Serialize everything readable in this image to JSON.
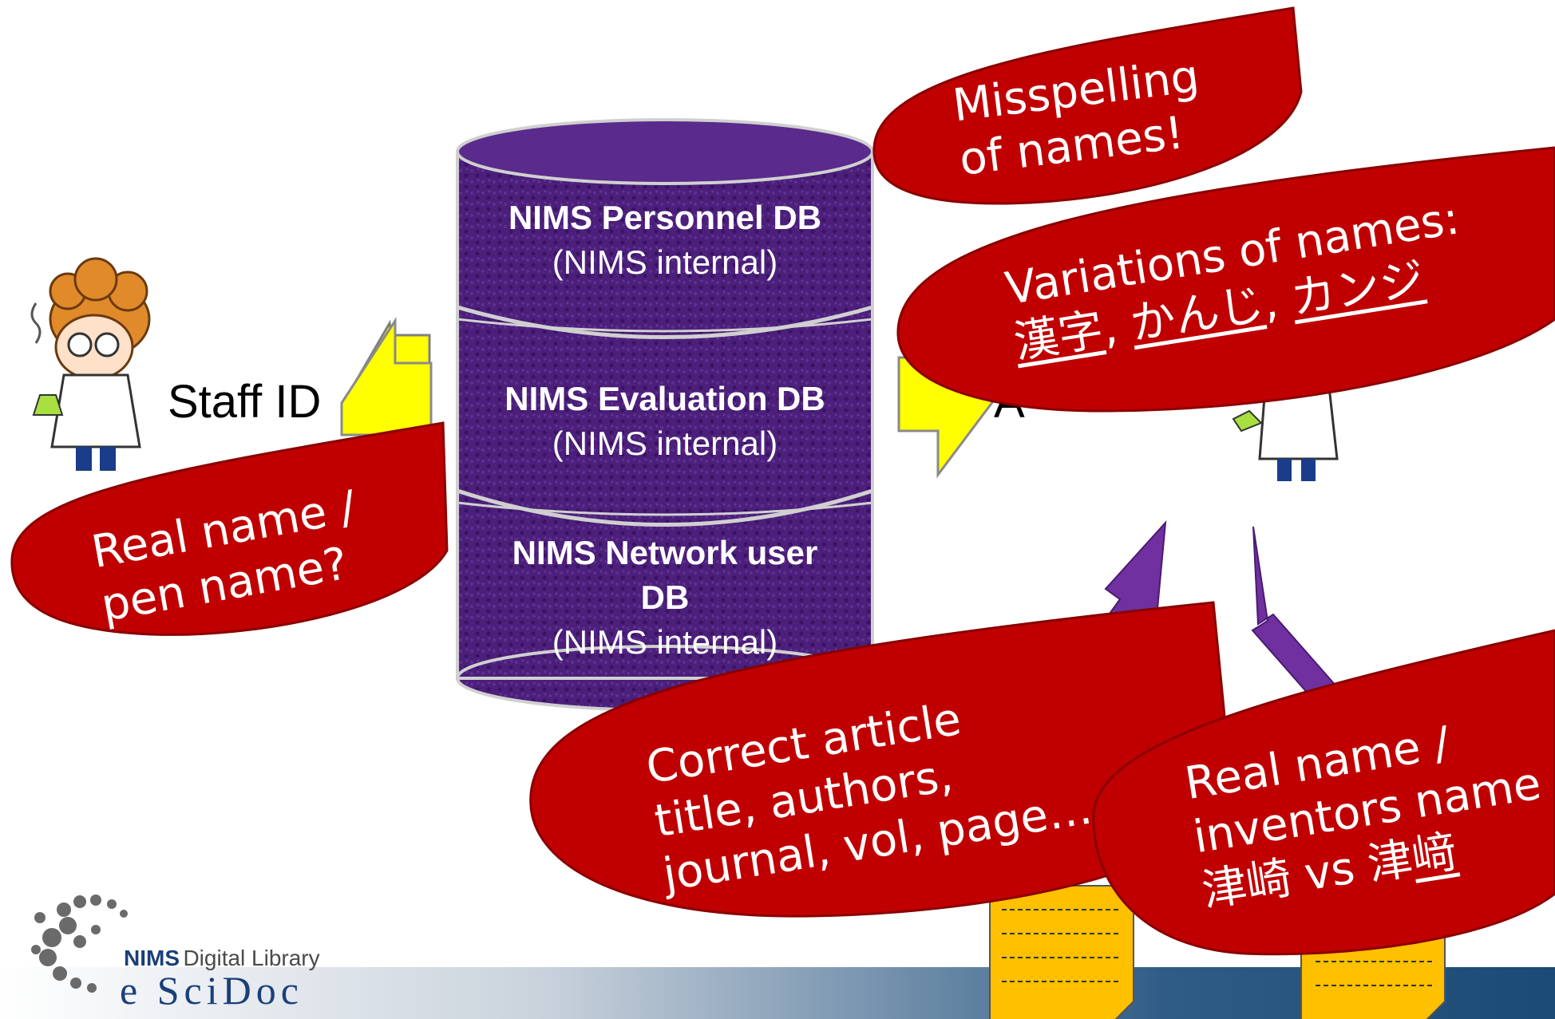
{
  "databases": [
    {
      "title": "NIMS Personnel DB",
      "subtitle": "(NIMS internal)"
    },
    {
      "title": "NIMS Evaluation DB",
      "subtitle": "(NIMS internal)"
    },
    {
      "title_line1": "NIMS Network user",
      "title_line2": "DB",
      "subtitle": "(NIMS internal)"
    }
  ],
  "staff_id_label": "Staff ID",
  "right_callout_partial": "A",
  "bubbles": {
    "misspelling": {
      "line1": "Misspelling",
      "line2": "of names!"
    },
    "variations": {
      "line1": "Variations of names:",
      "k1": "漢字",
      "sep1": ", ",
      "k2": "かんじ",
      "sep2": ", ",
      "k3": "カンジ"
    },
    "real_pen": {
      "line1": "Real name /",
      "line2": "pen name?"
    },
    "correct": {
      "line1": "Correct article",
      "line2": "title, authors,",
      "line3": "journal, vol, page…"
    },
    "inventors": {
      "line1": "Real name /",
      "line2": "inventors name",
      "k1": "津崎",
      "vs": " vs ",
      "k2a": "津",
      "k2b": "﨑"
    }
  },
  "logo": {
    "nims": "NIMS",
    "digital_library": "Digital Library",
    "escidoc": "e SciDoc"
  },
  "colors": {
    "bubble_red": "#c00000",
    "db_purple": "#4b1f7a",
    "callout_yellow": "#ffff00",
    "arrow_purple": "#7030a0",
    "doc_yellow": "#ffc000",
    "footer_blue": "#1f4e79"
  }
}
